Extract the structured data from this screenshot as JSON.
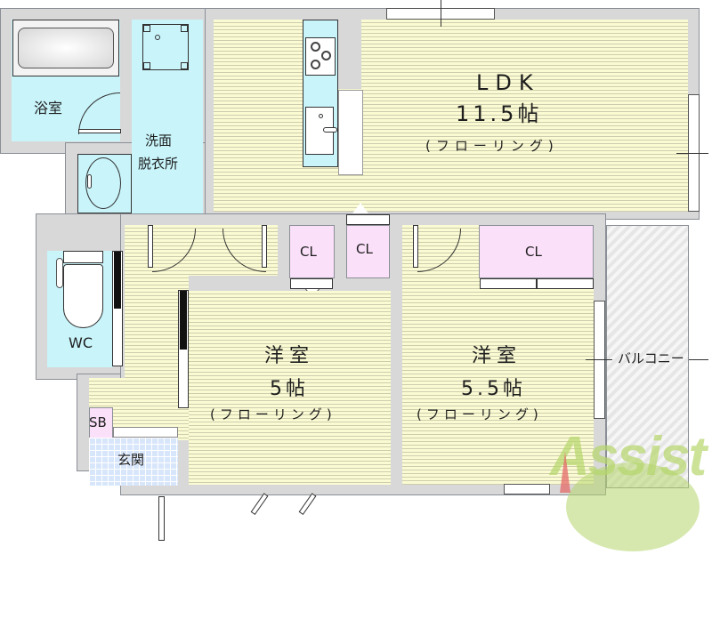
{
  "rooms": {
    "bathroom": {
      "label": "浴室"
    },
    "washroom": {
      "label_line1": "洗面",
      "label_line2": "脱衣所"
    },
    "ldk": {
      "name": "LDK",
      "size": "11.5帖",
      "floor": "(フローリング)"
    },
    "toilet": {
      "label": "WC"
    },
    "closet1": {
      "label": "CL"
    },
    "closet2": {
      "label": "CL"
    },
    "closet3": {
      "label": "CL"
    },
    "bedroom1": {
      "name": "洋室",
      "size": "5帖",
      "floor": "(フローリング)"
    },
    "bedroom2": {
      "name": "洋室",
      "size": "5.5帖",
      "floor": "(フローリング)"
    },
    "shoebox": {
      "label": "SB"
    },
    "entrance": {
      "label": "玄関"
    },
    "balcony": {
      "label": "バルコニー"
    }
  },
  "watermark": {
    "text": "Assist"
  },
  "colors": {
    "wall": "#d8d8d8",
    "floor": "#fbfbd3",
    "wet_area": "#c8f4fa",
    "closet": "#fbe0fa",
    "entrance_tile": "#d8e6fb",
    "watermark_green": "#b5d66b",
    "watermark_red": "#e46a6a"
  }
}
